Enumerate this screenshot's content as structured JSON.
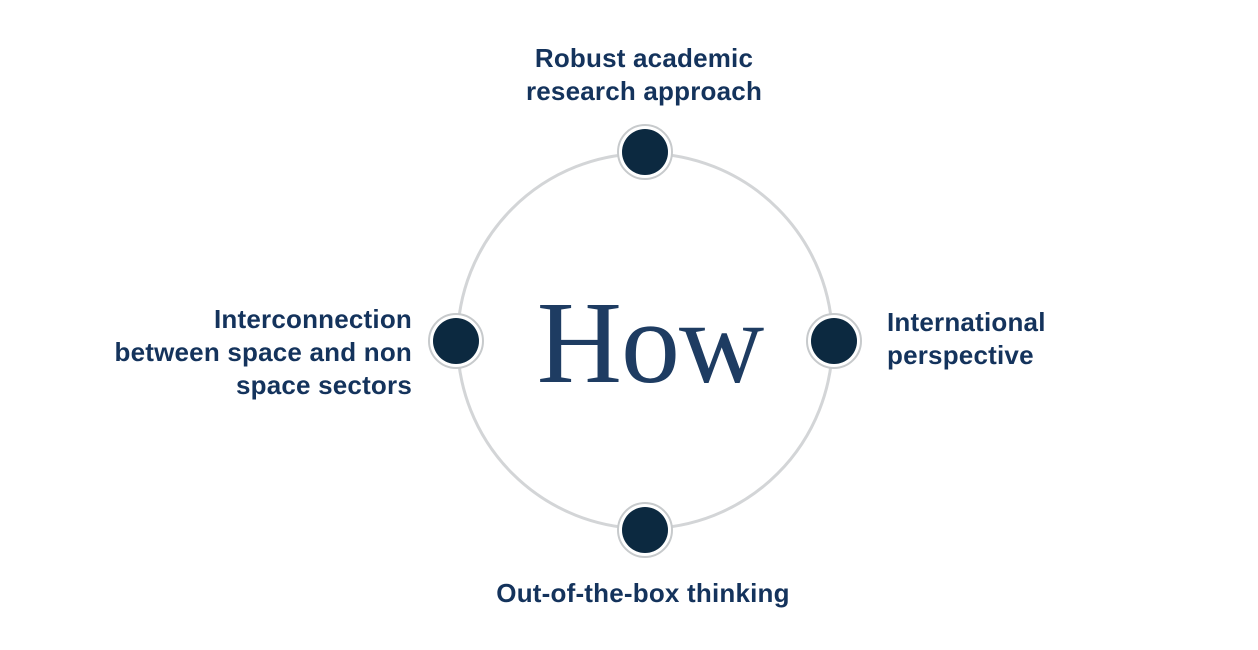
{
  "diagram": {
    "title": "How",
    "nodes": {
      "top": {
        "label_lines": [
          "Robust academic",
          "research approach"
        ]
      },
      "right": {
        "label_lines": [
          "International",
          "perspective"
        ]
      },
      "bottom": {
        "label_lines": [
          "Out-of-the-box thinking"
        ]
      },
      "left": {
        "label_lines": [
          "Interconnection",
          "between space and non",
          "space sectors"
        ]
      }
    },
    "colors": {
      "background": "#ffffff",
      "orbit_stroke": "#d3d5d7",
      "node_fill": "#0c2940",
      "node_ring": "#c7cacc",
      "label_text": "#14335c",
      "title_text": "#1e3c62"
    }
  }
}
